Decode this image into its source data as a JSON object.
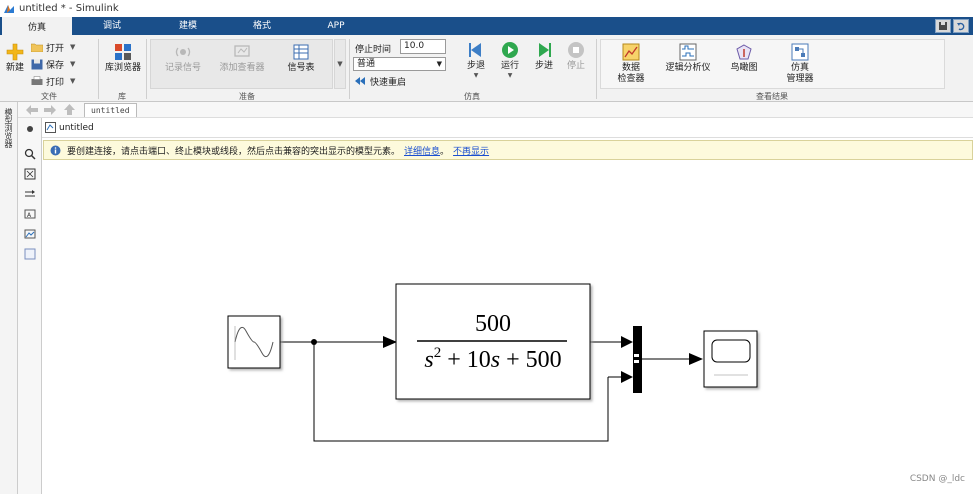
{
  "window": {
    "title": "untitled * - Simulink"
  },
  "tabs": [
    {
      "label": "仿真",
      "active": true
    },
    {
      "label": "调试",
      "active": false
    },
    {
      "label": "建模",
      "active": false
    },
    {
      "label": "格式",
      "active": false
    },
    {
      "label": "APP",
      "active": false
    }
  ],
  "ribbon": {
    "file": {
      "label": "文件",
      "new_label": "新建",
      "open_label": "打开",
      "save_label": "保存",
      "print_label": "打印"
    },
    "library": {
      "label": "库",
      "browser_label": "库浏览器"
    },
    "prepare": {
      "label": "准备",
      "log_signals": "记录信号",
      "add_viewer": "添加查看器",
      "signal_table": "信号表"
    },
    "simulate": {
      "label": "仿真",
      "stop_time_label": "停止时间",
      "stop_time_value": "10.0",
      "mode_value": "普通",
      "fast_restart": "快速重启",
      "step_back": "步退",
      "run": "运行",
      "step_forward": "步进",
      "stop": "停止"
    },
    "review": {
      "label": "查看结果",
      "data_inspector": "数据\n检查器",
      "logic_analyzer": "逻辑分析仪",
      "birds_eye": "鸟瞰图",
      "sim_manager": "仿真\n管理器"
    }
  },
  "nav": {
    "tab_label": "untitled"
  },
  "left_strip": {
    "label": "模型浏览器"
  },
  "address": {
    "model_name": "untitled"
  },
  "info": {
    "message": "要创建连接，请点击端口、终止模块或线段，然后点击兼容的突出显示的模型元素。",
    "link_details": "详细信息",
    "link_dismiss": "不再显示"
  },
  "diagram": {
    "transfer_function": {
      "numerator": "500",
      "denominator_parts": [
        "s",
        "2",
        " + 10",
        "s",
        " + 500"
      ]
    },
    "blocks": [
      "sine-wave",
      "transfer-fcn",
      "mux",
      "scope"
    ]
  },
  "watermark": "CSDN @_ldc",
  "colors": {
    "tabbar": "#1a4f8a",
    "ribbon": "#f2f2f2",
    "info_bg": "#fdfadc"
  }
}
